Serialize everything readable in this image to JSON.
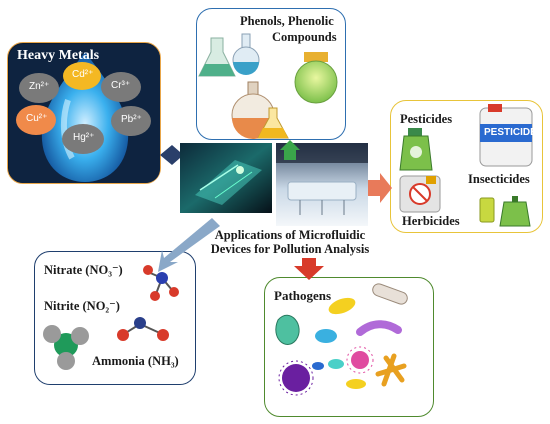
{
  "center": {
    "line1": "Applications of Microfluidic",
    "line2": "Devices for Pollution Analysis"
  },
  "heavy_metals": {
    "title": "Heavy Metals",
    "ions": [
      {
        "name": "zn",
        "label": "Zn²⁺"
      },
      {
        "name": "cd",
        "label": "Cd²⁺"
      },
      {
        "name": "cr",
        "label": "Cr³⁺"
      },
      {
        "name": "cu",
        "label": "Cu²⁺"
      },
      {
        "name": "hg",
        "label": "Hg²⁺"
      },
      {
        "name": "pb",
        "label": "Pb²⁺"
      }
    ]
  },
  "phenols": {
    "title_line1": "Phenols, Phenolic",
    "title_line2": "Compounds"
  },
  "agro": {
    "pesticides": "Pesticides",
    "insecticides": "Insecticides",
    "herbicides": "Herbicides",
    "bottle_label": "PESTICIDE"
  },
  "nitrogen": {
    "nitrate": "Nitrate (NO₃⁻)",
    "nitrite": "Nitrite (NO₂⁻)",
    "ammonia": "Ammonia  (NH₃)"
  },
  "pathogens": {
    "title": "Pathogens"
  },
  "colors": {
    "heavy_border": "#e8a64a",
    "phenols_border": "#2e6fb0",
    "agro_border": "#e8c43a",
    "nitrogen_border": "#1f3f6e",
    "pathogens_border": "#4f8a2e",
    "arrow_heavy": "#2a3f6a",
    "arrow_phenols": "#3aa54a",
    "arrow_agro": "#e87a5a",
    "arrow_nitrogen": "#8aa8c8",
    "arrow_pathogens": "#d83a2a"
  }
}
